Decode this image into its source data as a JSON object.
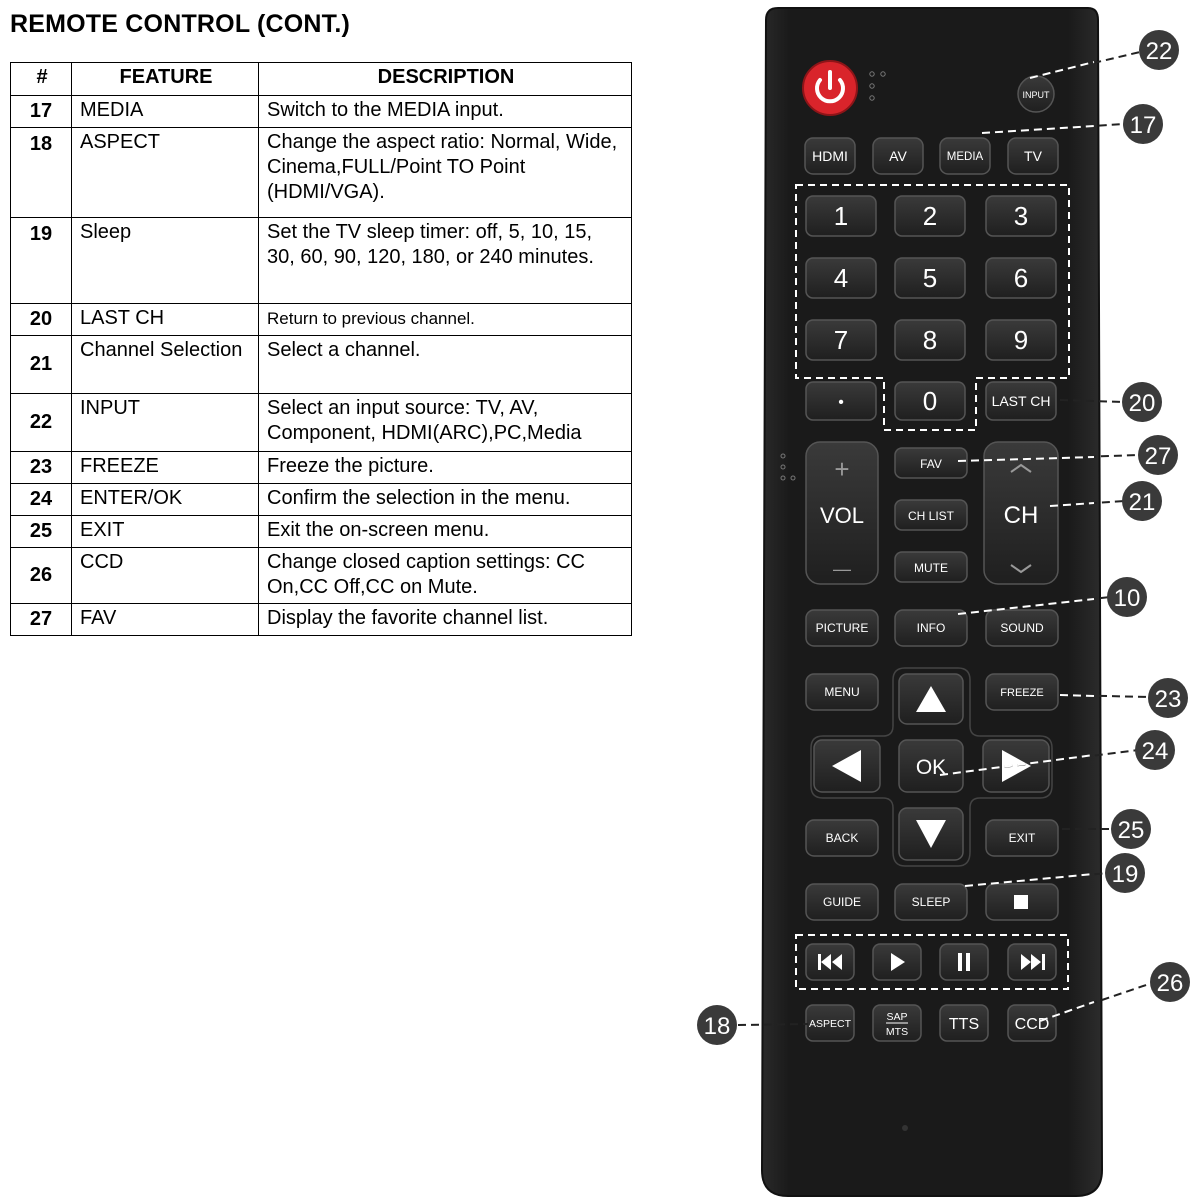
{
  "title": "REMOTE CONTROL (CONT.)",
  "table": {
    "headers": [
      "#",
      "FEATURE",
      "DESCRIPTION"
    ],
    "rows": [
      {
        "num": "17",
        "feature": "MEDIA",
        "description": "Switch to the MEDIA input."
      },
      {
        "num": "18",
        "feature": "ASPECT",
        "description": "Change the aspect ratio: Normal, Wide, Cinema,FULL/Point TO Point (HDMI/VGA)."
      },
      {
        "num": "19",
        "feature": "Sleep",
        "description": "Set the TV sleep timer: off, 5, 10, 15, 30, 60, 90, 120, 180, or 240 minutes."
      },
      {
        "num": "20",
        "feature": "LAST CH",
        "description": "Return to previous channel."
      },
      {
        "num": "21",
        "feature": "Channel Selection",
        "description": "Select a channel."
      },
      {
        "num": "22",
        "feature": "INPUT",
        "description": "Select an input source: TV, AV, Component, HDMI(ARC),PC,Media"
      },
      {
        "num": "23",
        "feature": "FREEZE",
        "description": "Freeze the picture."
      },
      {
        "num": "24",
        "feature": "ENTER/OK",
        "description": "Confirm the selection in the menu."
      },
      {
        "num": "25",
        "feature": "EXIT",
        "description": "Exit the on-screen menu."
      },
      {
        "num": "26",
        "feature": "CCD",
        "description": "Change closed caption settings: CC On,CC Off,CC on Mute."
      },
      {
        "num": "27",
        "feature": "FAV",
        "description": "Display the favorite channel list."
      }
    ]
  },
  "remote": {
    "buttons": {
      "input": "INPUT",
      "hdmi": "HDMI",
      "av": "AV",
      "media": "MEDIA",
      "tv": "TV",
      "d1": "1",
      "d2": "2",
      "d3": "3",
      "d4": "4",
      "d5": "5",
      "d6": "6",
      "d7": "7",
      "d8": "8",
      "d9": "9",
      "dot": "•",
      "d0": "0",
      "last_ch": "LAST CH",
      "fav": "FAV",
      "ch_list": "CH LIST",
      "mute": "MUTE",
      "vol": "VOL",
      "vol_plus": "+",
      "vol_minus": "—",
      "ch": "CH",
      "picture": "PICTURE",
      "info": "INFO",
      "sound": "SOUND",
      "menu": "MENU",
      "freeze": "FREEZE",
      "ok": "OK",
      "back": "BACK",
      "exit": "EXIT",
      "guide": "GUIDE",
      "sleep": "SLEEP",
      "aspect": "ASPECT",
      "sap": "SAP",
      "mts": "MTS",
      "tts": "TTS",
      "ccd": "CCD"
    },
    "callouts": [
      "22",
      "17",
      "20",
      "27",
      "21",
      "10",
      "23",
      "24",
      "25",
      "19",
      "26",
      "18"
    ],
    "colors": {
      "body": "#1c1c1c",
      "button": "#262626",
      "power": "#e0262b",
      "callout": "#3a3a3a"
    }
  }
}
